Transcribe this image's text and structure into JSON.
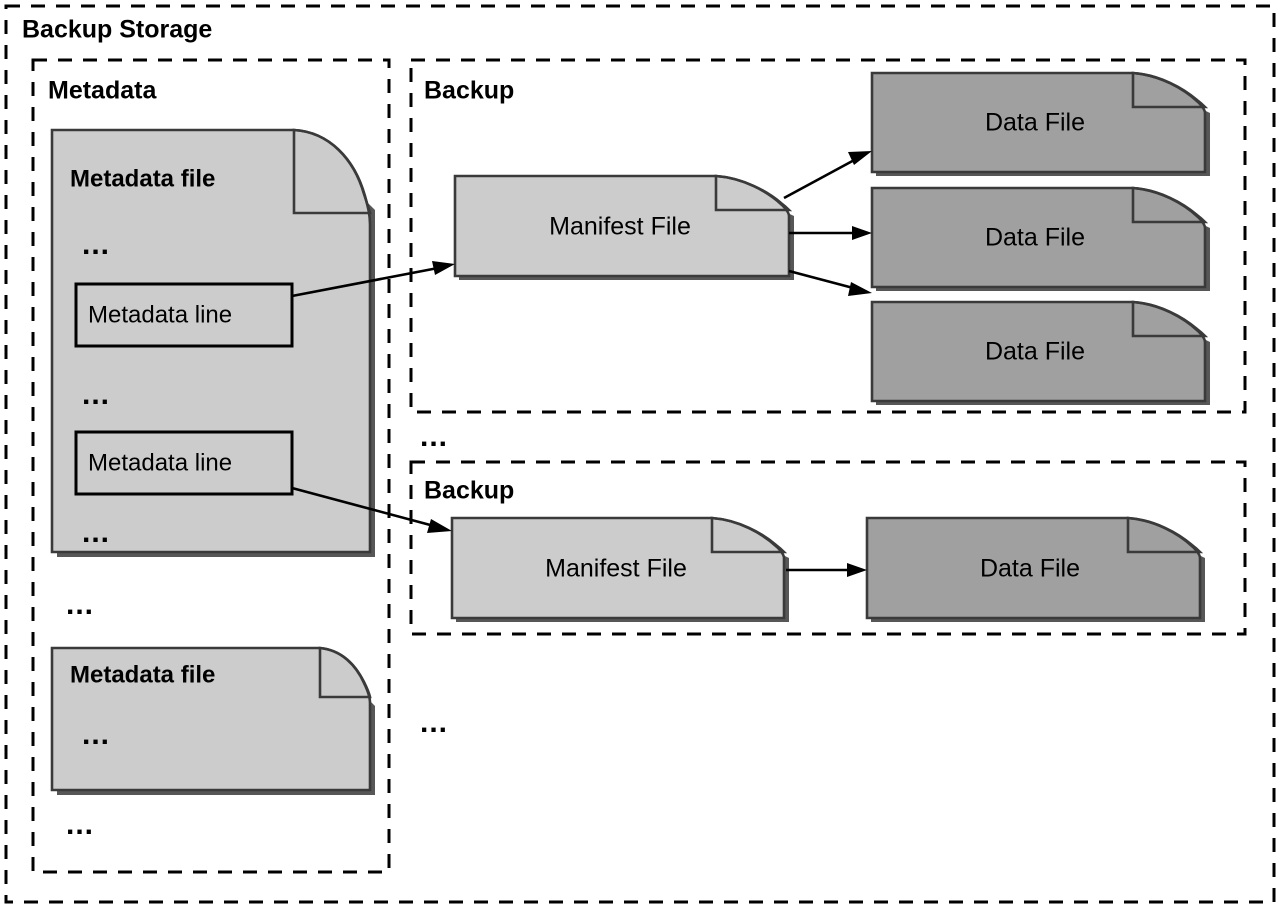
{
  "diagram": {
    "title": "Backup Storage",
    "groups": {
      "metadata": {
        "label": "Metadata"
      },
      "backup_1": {
        "label": "Backup"
      },
      "backup_2": {
        "label": "Backup"
      }
    },
    "metadata_files": [
      {
        "title": "Metadata file",
        "ellipsis_top": "...",
        "lines": [
          {
            "text": "Metadata line"
          },
          {
            "text": "Metadata line"
          }
        ],
        "ellipsis_middle": "...",
        "ellipsis_bottom": "..."
      },
      {
        "title": "Metadata file",
        "ellipsis_top": "..."
      }
    ],
    "metadata_ellipsis_between": "...",
    "metadata_ellipsis_end": "...",
    "backup_1_manifest": {
      "label": "Manifest File"
    },
    "backup_1_data_files": [
      {
        "label": "Data File"
      },
      {
        "label": "Data File"
      },
      {
        "label": "Data File"
      }
    ],
    "backup_ellipsis_between": "...",
    "backup_2_manifest": {
      "label": "Manifest File"
    },
    "backup_2_data_files": [
      {
        "label": "Data File"
      }
    ],
    "backup_ellipsis_end": "...",
    "colors": {
      "light_file": "#cccccc",
      "dark_file": "#a0a0a0",
      "stroke": "#000000",
      "file_stroke": "#3a3a3a",
      "background": "#ffffff"
    }
  }
}
